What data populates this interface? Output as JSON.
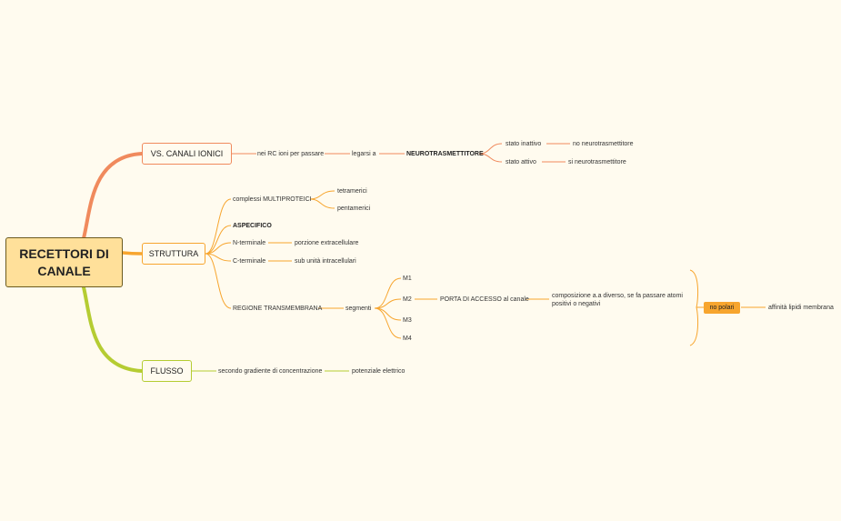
{
  "root": {
    "line1": "RECETTORI DI",
    "line2": "CANALE"
  },
  "colors": {
    "orange_red": "#f08a5d",
    "orange": "#f7a52e",
    "lime": "#b5cc32",
    "root_fill": "#ffe09a"
  },
  "branches": {
    "vs": {
      "label": "VS. CANALI IONICI",
      "n1": "nei RC ioni per passare",
      "n2": "legarsi a",
      "n3": "NEUROTRASMETTITORE",
      "inactive": "stato inattivo",
      "inactive_child": "no neurotrasmettitore",
      "active": "stato attivo",
      "active_child": "si neurotrasmettitore"
    },
    "struttura": {
      "label": "STRUTTURA",
      "complessi": "complessi MULTIPROTEICI",
      "tetra": "tetramerici",
      "penta": "pentamerici",
      "aspecifico": "ASPECIFICO",
      "nterm": "N-terminale",
      "nterm_child": "porzione extracellulare",
      "cterm": "C-terminale",
      "cterm_child": "sub unità intracellulari",
      "regione": "REGIONE TRANSMEMBRANA",
      "segmenti": "segmenti",
      "m1": "M1",
      "m2": "M2",
      "m3": "M3",
      "m4": "M4",
      "porta": "PORTA DI ACCESSO al canale",
      "composizione": "composizione a.a diverso, se fa passare atomi positivi o negativi",
      "no_polari": "no polari",
      "affinita": "affinità lipidi membrana"
    },
    "flusso": {
      "label": "FLUSSO",
      "n1": "secondo gradiente di concentrazione",
      "n2": "potenziale elettrico"
    }
  }
}
